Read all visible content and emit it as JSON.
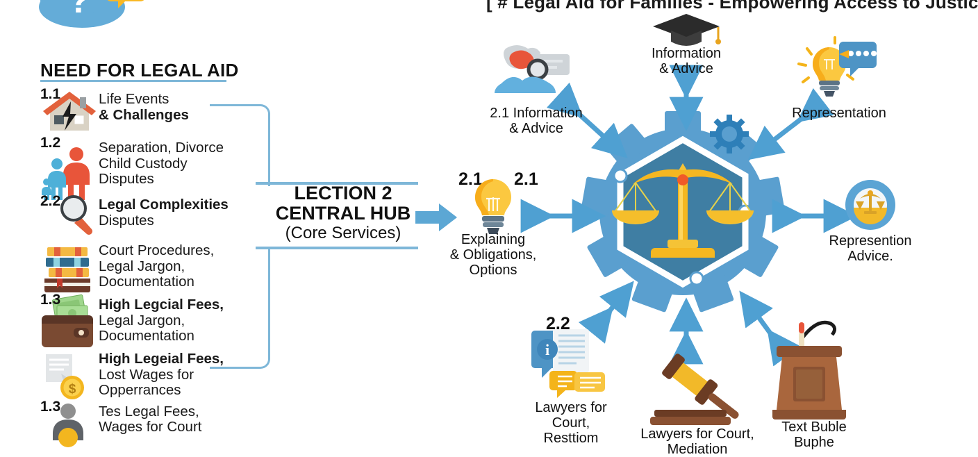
{
  "title": "[ # Legal Aid for Families - Empowering Access to Justice ]",
  "left_panel": {
    "heading": "NEED FOR LEGAL AID",
    "question_icon": "question-cloud-icon",
    "items": [
      {
        "num": "1.1",
        "icon": "house-crack-icon",
        "line1": "Life Events",
        "line1_bold": false,
        "line2": "& Challenges",
        "line2_bold": true,
        "line3": ""
      },
      {
        "num": "1.2",
        "icon": "family-people-icon",
        "line1": "Separation, Divorce",
        "line1_bold": false,
        "line2": "Child Custody",
        "line2_bold": false,
        "line3": "Disputes"
      },
      {
        "num": "2.2",
        "icon": "magnifier-icon",
        "line1": "Legal Complexities",
        "line1_bold": true,
        "line2": "Disputes",
        "line2_bold": false,
        "line3": ""
      },
      {
        "num": "",
        "icon": "books-stack-icon",
        "line1": "Court Procedures,",
        "line1_bold": false,
        "line2": "Legal Jargon,",
        "line2_bold": false,
        "line3": "Documentation"
      },
      {
        "num": "1.3",
        "icon": "wallet-money-icon",
        "line1": "High Legcial Fees,",
        "line1_bold": true,
        "line2": "Legal Jargon,",
        "line2_bold": false,
        "line3": "Documentation"
      },
      {
        "num": "",
        "icon": "invoice-coin-icon",
        "line1": "High Legeial Fees,",
        "line1_bold": true,
        "line2": "Lost Wages for",
        "line2_bold": false,
        "line3": "Opperrances"
      },
      {
        "num": "1.3",
        "icon": "person-coin-icon",
        "line1": "Tes Legal Fees,",
        "line1_bold": false,
        "line2": "Wages for Court",
        "line2_bold": false,
        "line3": ""
      }
    ]
  },
  "hub": {
    "line1": "LECTION 2",
    "line2": "CENTRAL HUB",
    "line3": "(Core Services)",
    "arrow": "right-arrow-icon"
  },
  "center": {
    "icon": "justice-scales-gear-icon",
    "gear_accent": "small-gear-icon"
  },
  "nodes": [
    {
      "id": "information-advice-top",
      "icon": "graduation-cap-icon",
      "num": "",
      "line1": "Information",
      "line2": "& Advice",
      "line3": ""
    },
    {
      "id": "information-advice-left",
      "icon": "legal-file-icon",
      "num": "2.1",
      "line1": "2.1 Information",
      "line2": "& Advice",
      "line3": ""
    },
    {
      "id": "representation-topright",
      "icon": "bulb-chat-icon",
      "num": "",
      "line1": "Representation",
      "line2": "",
      "line3": ""
    },
    {
      "id": "explaining-options",
      "icon": "lightbulb-icon",
      "num": "2.1",
      "num2": "2.1",
      "line1": "Explaining",
      "line2": "& Obligations,",
      "line3": "Options"
    },
    {
      "id": "represention-advice",
      "icon": "justice-badge-icon",
      "num": "",
      "line1": "Represention",
      "line2": "Advice.",
      "line3": ""
    },
    {
      "id": "lawyers-court-restiom",
      "icon": "info-chat-docs-icon",
      "num": "2.2",
      "line1": "Lawyers for",
      "line2": "Court,",
      "line3": "Resttiom"
    },
    {
      "id": "lawyers-court-mediation",
      "icon": "gavel-icon",
      "num": "",
      "line1": "Lawyers for Court,",
      "line2": "Mediation",
      "line3": ""
    },
    {
      "id": "text-buble-buphe",
      "icon": "podium-mic-icon",
      "num": "",
      "line1": "Text Buble",
      "line2": "Buphe",
      "line3": ""
    }
  ],
  "colors": {
    "accent_blue": "#7eb7d8",
    "arrow_blue": "#5ca7d4",
    "gear_blue": "#5a9fcf",
    "hex_blue": "#3f7ea3",
    "gold": "#f5b721",
    "gold_light": "#ffd24d",
    "red": "#e8553a",
    "text": "#1a1a1a"
  }
}
